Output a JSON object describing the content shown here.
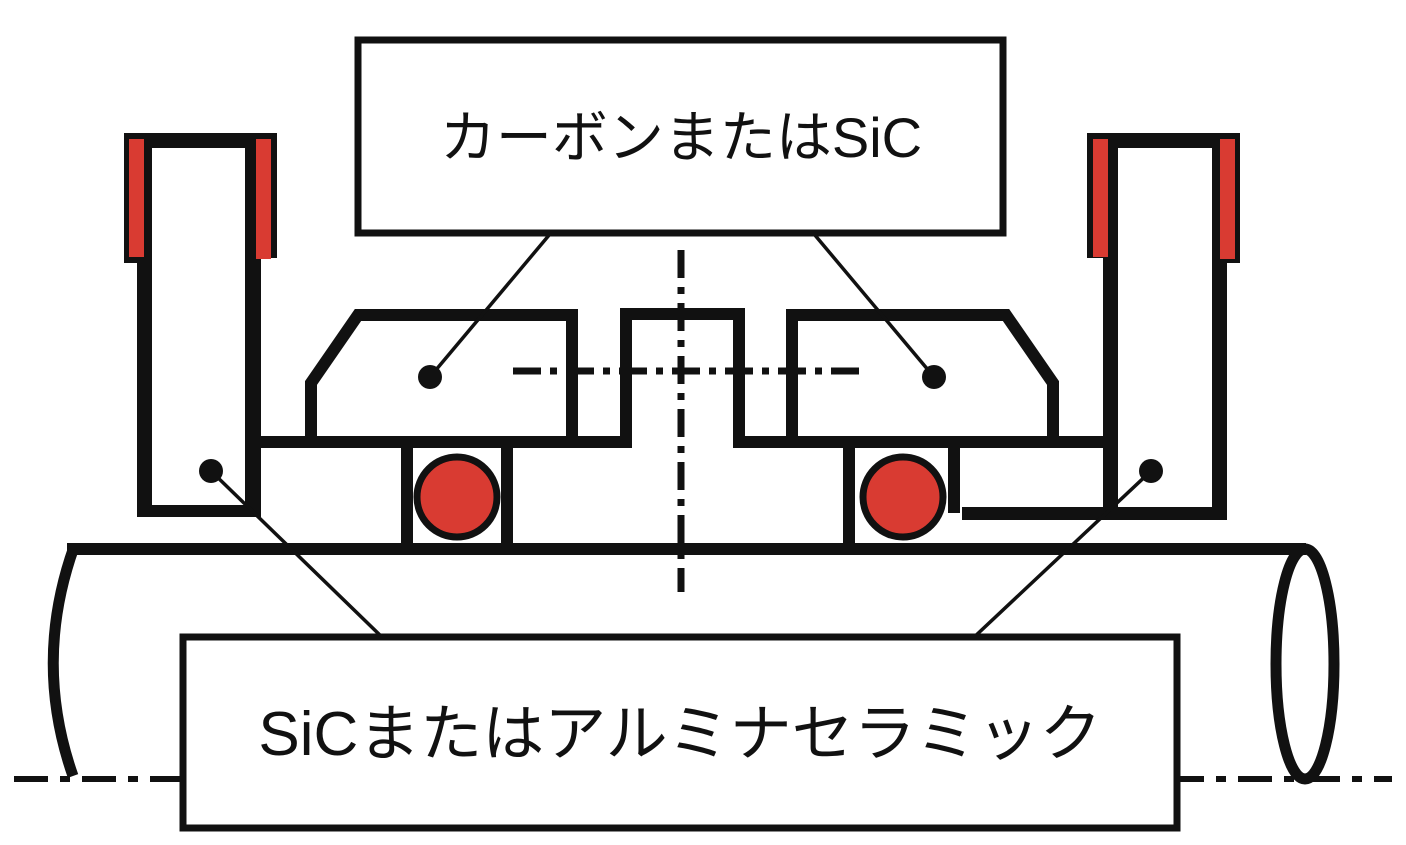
{
  "diagram": {
    "type": "mechanical-seal-cross-section",
    "labels": {
      "top": "カーボンまたはSiC",
      "bottom": "SiCまたはアルミナセラミック"
    },
    "colors": {
      "line": "#111111",
      "red": "#d93b32",
      "background": "#ffffff"
    }
  }
}
